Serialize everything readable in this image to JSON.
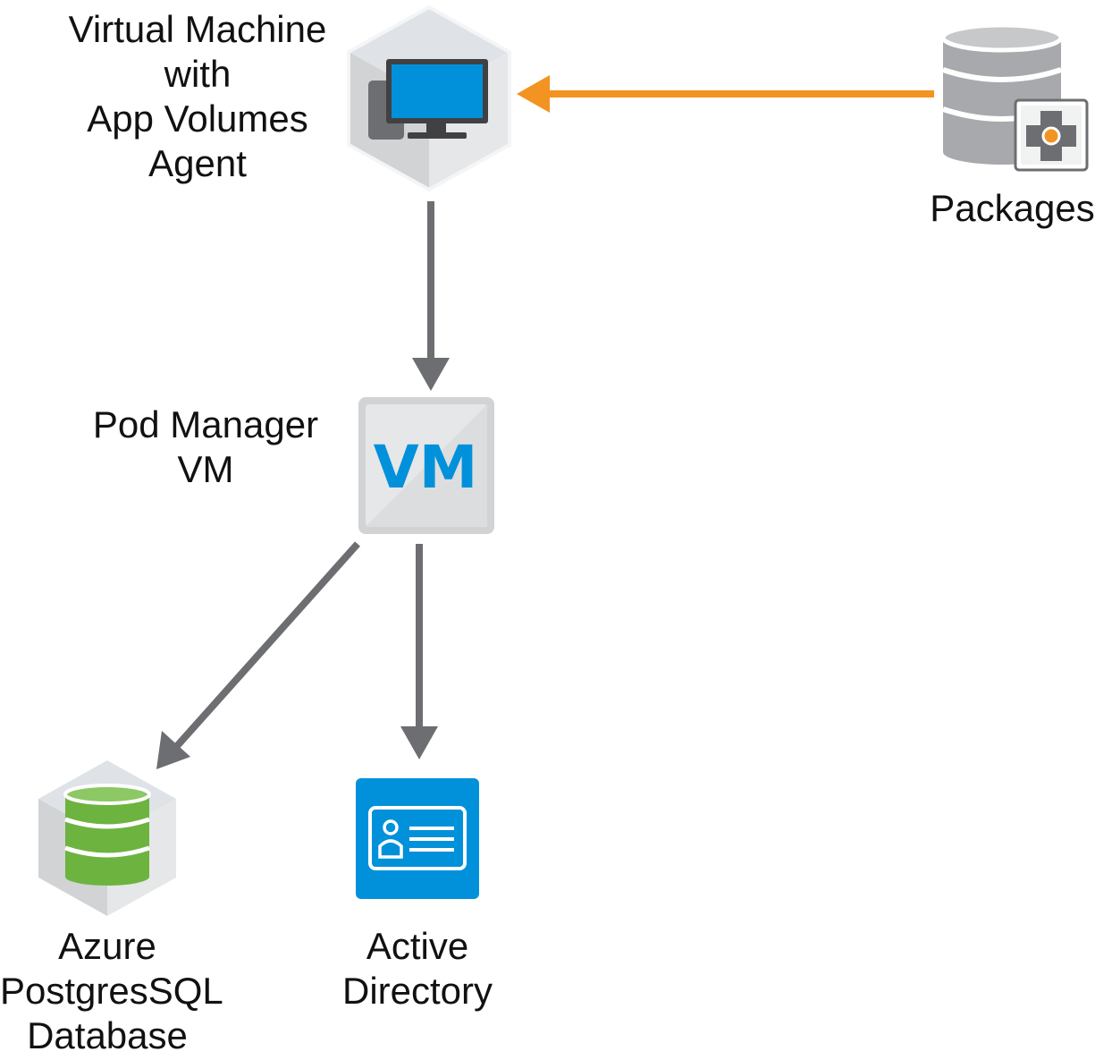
{
  "nodes": {
    "vm_agent": {
      "label_lines": [
        "Virtual Machine",
        "with",
        "App Volumes",
        "Agent"
      ]
    },
    "packages": {
      "label_lines": [
        "Packages"
      ]
    },
    "pod_manager": {
      "label_lines": [
        "Pod Manager",
        "VM"
      ],
      "icon_text": "VM"
    },
    "database": {
      "label_lines": [
        "Azure",
        "PostgresSQL",
        "Database"
      ]
    },
    "active_directory": {
      "label_lines": [
        "Active",
        "Directory"
      ]
    }
  },
  "edges": [
    {
      "from": "packages",
      "to": "vm_agent",
      "color": "#f39321"
    },
    {
      "from": "vm_agent",
      "to": "pod_manager",
      "color": "#6d6e71"
    },
    {
      "from": "pod_manager",
      "to": "database",
      "color": "#6d6e71"
    },
    {
      "from": "pod_manager",
      "to": "active_directory",
      "color": "#6d6e71"
    }
  ],
  "colors": {
    "accent_orange": "#f39321",
    "arrow_gray": "#6d6e71",
    "monitor_blue": "#0091da",
    "db_green": "#6db33f",
    "ad_blue": "#0091da",
    "cube_light": "#e6e7e8",
    "cube_mid": "#d1d3d4",
    "cube_top": "#dfe3e8"
  }
}
